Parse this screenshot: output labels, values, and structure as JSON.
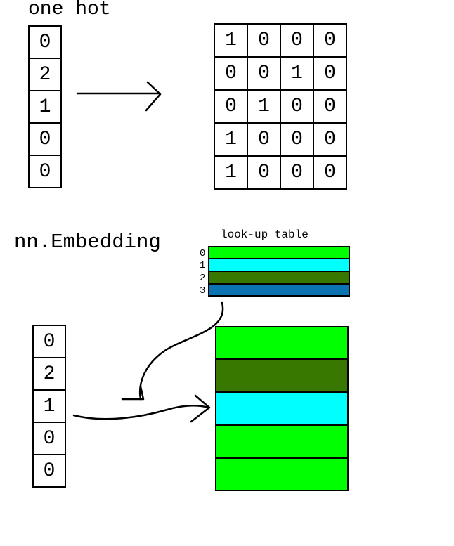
{
  "labels": {
    "one_hot": "one hot",
    "embedding": "nn.Embedding",
    "lookup": "look-up table"
  },
  "onehot_indices": [
    "0",
    "2",
    "1",
    "0",
    "0"
  ],
  "onehot_matrix": [
    [
      "1",
      "0",
      "0",
      "0"
    ],
    [
      "0",
      "0",
      "1",
      "0"
    ],
    [
      "0",
      "1",
      "0",
      "0"
    ],
    [
      "1",
      "0",
      "0",
      "0"
    ],
    [
      "1",
      "0",
      "0",
      "0"
    ]
  ],
  "lookup_table": [
    {
      "index": "0",
      "color": "#00ff00"
    },
    {
      "index": "1",
      "color": "#00ffff"
    },
    {
      "index": "2",
      "color": "#387800"
    },
    {
      "index": "3",
      "color": "#0d74b4"
    }
  ],
  "embed_indices": [
    "0",
    "2",
    "1",
    "0",
    "0"
  ],
  "embed_output_colors": [
    "#00ff00",
    "#387800",
    "#00ffff",
    "#00ff00",
    "#00ff00"
  ]
}
